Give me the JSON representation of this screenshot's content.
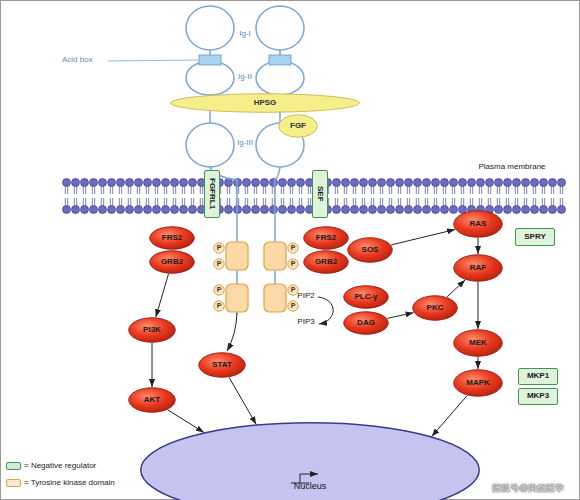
{
  "diagram": {
    "nodes": [
      {
        "text": [
          "HPSG"
        ]
      },
      {
        "text": [
          "FGF"
        ]
      },
      {
        "text": [
          "FGFRL1"
        ]
      },
      {
        "text": [
          "SEF"
        ]
      },
      {
        "text": [
          "FRS2"
        ]
      },
      {
        "text": [
          "FRS2"
        ]
      },
      {
        "text": [
          "RAS"
        ]
      },
      {
        "text": [
          "SPRY"
        ]
      },
      {
        "text": [
          "GRB2"
        ]
      },
      {
        "text": [
          "GRB2"
        ]
      },
      {
        "text": [
          "SOS"
        ]
      },
      {
        "text": [
          "RAF"
        ]
      },
      {
        "text": [
          "PLC-γ"
        ]
      },
      {
        "text": [
          "PKC"
        ]
      },
      {
        "text": [
          "DAG"
        ]
      },
      {
        "text": [
          "PI3K"
        ]
      },
      {
        "text": [
          "MEK"
        ]
      },
      {
        "text": [
          "STAT"
        ]
      },
      {
        "text": [
          "MAPK"
        ]
      },
      {
        "text": [
          "MKP1"
        ]
      },
      {
        "text": [
          "MKP3"
        ]
      },
      {
        "text": [
          "AKT"
        ]
      },
      {
        "text": [
          "Nucleus"
        ]
      },
      {
        "text": [
          "P"
        ]
      },
      {
        "text": [
          "P"
        ]
      },
      {
        "text": [
          "P"
        ]
      },
      {
        "text": [
          "P"
        ]
      },
      {
        "text": [
          "P"
        ]
      },
      {
        "text": [
          "P"
        ]
      },
      {
        "text": [
          "P"
        ]
      },
      {
        "text": [
          "P"
        ]
      }
    ],
    "edges": [
      {
        "from": 8,
        "to": 15,
        "arrow": "to"
      },
      {
        "from": 15,
        "to": 21,
        "arrow": "to"
      },
      {
        "from": 21,
        "to": 22,
        "arrow": "to"
      },
      {
        "from": 17,
        "to": 22,
        "arrow": "to"
      },
      {
        "from": 10,
        "to": 6,
        "arrow": "to"
      },
      {
        "from": 6,
        "to": 11,
        "arrow": "to"
      },
      {
        "from": 11,
        "to": 16,
        "arrow": "to"
      },
      {
        "from": 16,
        "to": 18,
        "arrow": "to"
      },
      {
        "from": 18,
        "to": 22,
        "arrow": "to"
      },
      {
        "from": 14,
        "to": 13,
        "arrow": "to"
      },
      {
        "from": 13,
        "to": 11,
        "arrow": "to"
      }
    ],
    "labels": [
      "Acid box",
      "Ig-I",
      "Ig-II",
      "Ig-III",
      "Plasma membrane",
      "PIP2",
      "PIP3",
      "搜狐号@舆然医学"
    ],
    "legend": [
      {
        "text": "= Negative regulator",
        "color": "#3a9a4a"
      },
      {
        "text": "= Tyrosine kinase domain",
        "color": "#e8a040"
      }
    ]
  }
}
